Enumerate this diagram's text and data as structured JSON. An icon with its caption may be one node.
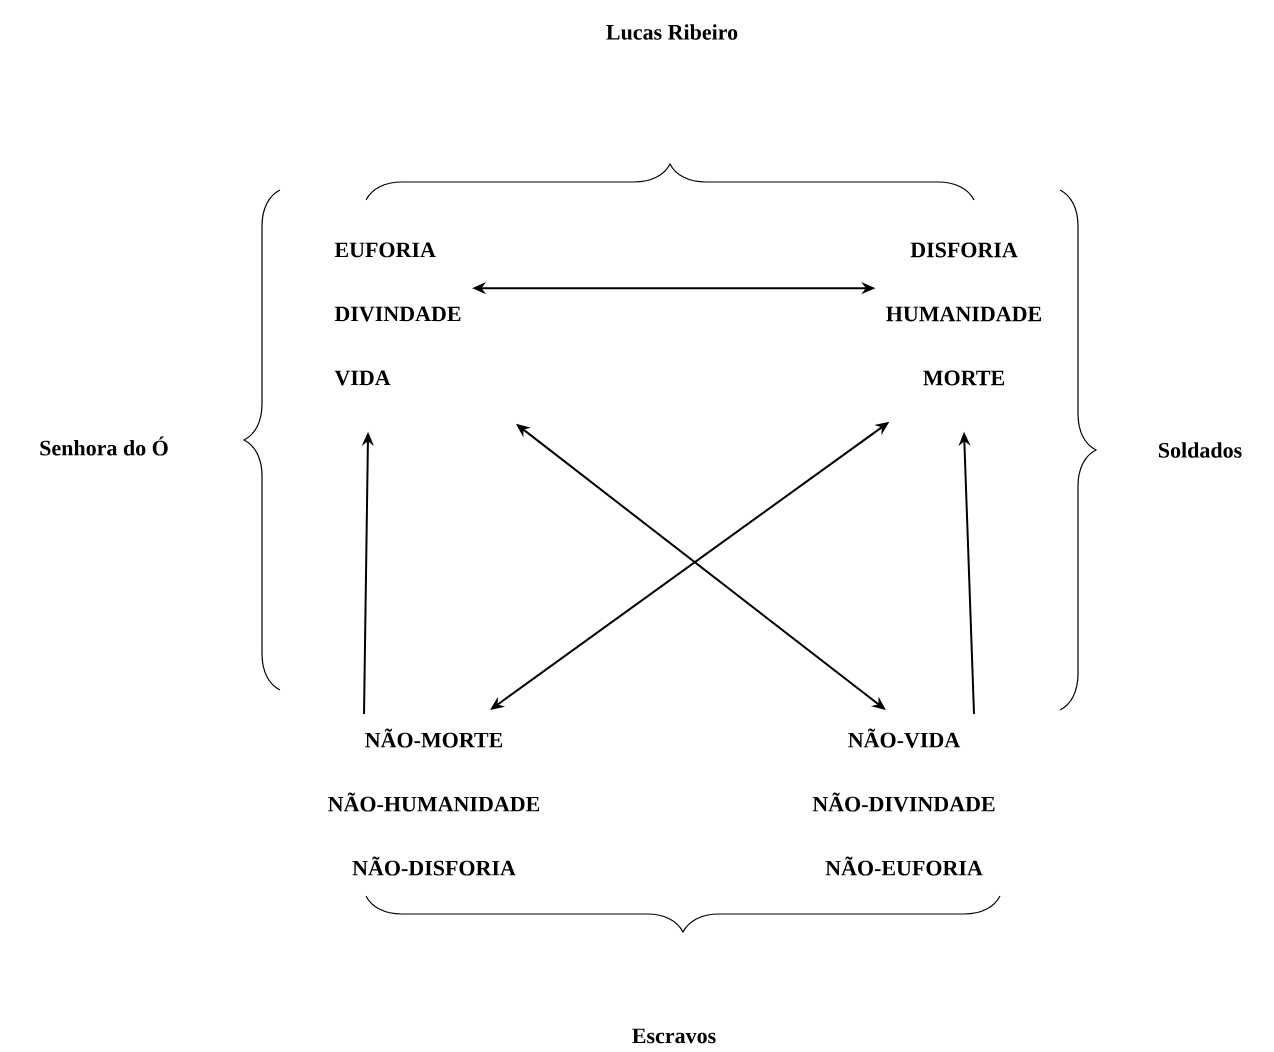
{
  "diagram": {
    "nodes": [
      {
        "text": [
          "EUFORIA",
          "DIVINDADE",
          "VIDA"
        ]
      },
      {
        "text": [
          "DISFORIA",
          "HUMANIDADE",
          "MORTE"
        ]
      },
      {
        "text": [
          "NÃO-MORTE",
          "NÃO-HUMANIDADE",
          "NÃO-DISFORIA"
        ]
      },
      {
        "text": [
          "NÃO-VIDA",
          "NÃO-DIVINDADE",
          "NÃO-EUFORIA"
        ]
      }
    ],
    "edges": [
      {
        "from": 0,
        "to": 1,
        "arrow": "both"
      },
      {
        "from": 2,
        "to": 0,
        "arrow": "to"
      },
      {
        "from": 3,
        "to": 1,
        "arrow": "to"
      },
      {
        "from": 0,
        "to": 3,
        "arrow": "both"
      },
      {
        "from": 1,
        "to": 2,
        "arrow": "both"
      }
    ],
    "labels": [
      "Lucas Ribeiro",
      "Senhora do Ó",
      "Soldados",
      "Escravos"
    ]
  }
}
